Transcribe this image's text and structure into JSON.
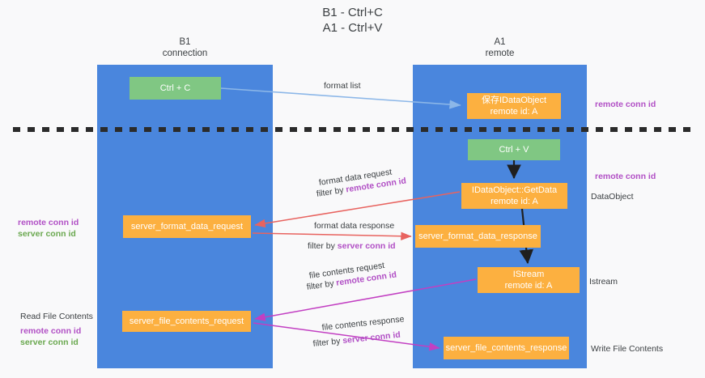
{
  "title": {
    "line1": "B1 - Ctrl+C",
    "line2": "A1 - Ctrl+V"
  },
  "columns": [
    {
      "id": "b1",
      "name": "B1",
      "role": "connection"
    },
    {
      "id": "a1",
      "name": "A1",
      "role": "remote"
    }
  ],
  "nodes": {
    "ctrl_c": "Ctrl + C",
    "save_idataobject": "保存IDataObject\nremote id: A",
    "ctrl_v": "Ctrl + V",
    "getdata": "IDataObject::GetData\nremote id: A",
    "server_format_data_request": "server_format_data_request",
    "server_format_data_response": "server_format_data_response",
    "istream": "IStream\nremote id: A",
    "server_file_contents_request": "server_file_contents_request",
    "server_file_contents_response": "server_file_contents_response"
  },
  "edge_labels": {
    "format_list": "format list",
    "format_data_request": "format data request",
    "format_data_request_filter_prefix": "filter by ",
    "format_data_request_filter_key": "remote conn id",
    "format_data_response": "format data response",
    "format_data_response_filter_prefix": "filter by ",
    "format_data_response_filter_key": "server conn id",
    "file_contents_request": "file contents request",
    "file_contents_request_filter_prefix": "filter by ",
    "file_contents_request_filter_key": "remote conn id",
    "file_contents_response": "file contents response",
    "file_contents_response_filter_prefix": "filter by ",
    "file_contents_response_filter_key": "server conn id"
  },
  "annotations": {
    "right_remote_conn_id_top": "remote conn id",
    "right_remote_conn_id_mid": "remote conn id",
    "right_dataobject": "DataObject",
    "right_istream": "Istream",
    "right_write_file_contents": "Write File Contents",
    "left_remote_conn_id": "remote conn id",
    "left_server_conn_id": "server conn id",
    "left_read_file_contents": "Read File Contents",
    "left_remote_conn_id_2": "remote conn id",
    "left_server_conn_id_2": "server conn id"
  },
  "colors": {
    "background": "#f9f9fa",
    "panel": "#4a86dd",
    "node_green": "#80c783",
    "node_orange": "#fcb040",
    "arrow_light_blue": "#8cb7e8",
    "arrow_red": "#e8635f",
    "arrow_magenta": "#c23fc2",
    "arrow_black": "#1f1f1f",
    "key_purple": "#b14fc5",
    "key_green": "#6aa84f",
    "text_gray": "#3c4043",
    "divider_dashed": "#2b2b2b"
  }
}
